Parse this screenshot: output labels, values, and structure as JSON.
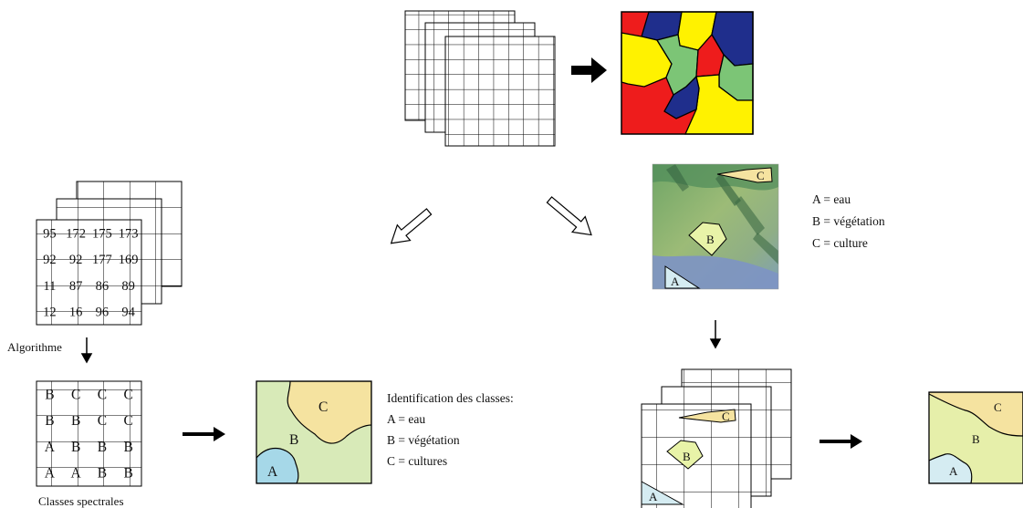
{
  "spectral_grid": {
    "rows": [
      [
        "95",
        "172",
        "175",
        "173"
      ],
      [
        "92",
        "92",
        "177",
        "169"
      ],
      [
        "11",
        "87",
        "86",
        "89"
      ],
      [
        "12",
        "16",
        "96",
        "94"
      ]
    ]
  },
  "algorithm_label": "Algorithme",
  "class_grid": {
    "rows": [
      [
        "B",
        "C",
        "C",
        "C"
      ],
      [
        "B",
        "B",
        "C",
        "C"
      ],
      [
        "A",
        "B",
        "B",
        "B"
      ],
      [
        "A",
        "A",
        "B",
        "B"
      ]
    ]
  },
  "spectral_classes_caption": "Classes spectrales",
  "unsupervised_map": {
    "labels": [
      "C",
      "B",
      "A"
    ]
  },
  "identification": {
    "title": "Identification des classes:",
    "items": [
      "A = eau",
      "B = végétation",
      "C = cultures"
    ]
  },
  "training_photo": {
    "labels": [
      "C",
      "B",
      "A"
    ]
  },
  "training_legend": [
    "A = eau",
    "B = végétation",
    "C = culture"
  ],
  "supervised_stack": {
    "labels": [
      "C",
      "B",
      "A"
    ]
  },
  "supervised_map": {
    "labels": [
      "C",
      "B",
      "A"
    ]
  },
  "colors": {
    "red": "#ee1c1c",
    "blue": "#1f2e8c",
    "yellow": "#fff200",
    "green": "#7cc576",
    "water": "#a6d8e8",
    "vegetation": "#d8eab8",
    "crop": "#f5e3a0",
    "veg_polygon": "#e8f3a8"
  }
}
